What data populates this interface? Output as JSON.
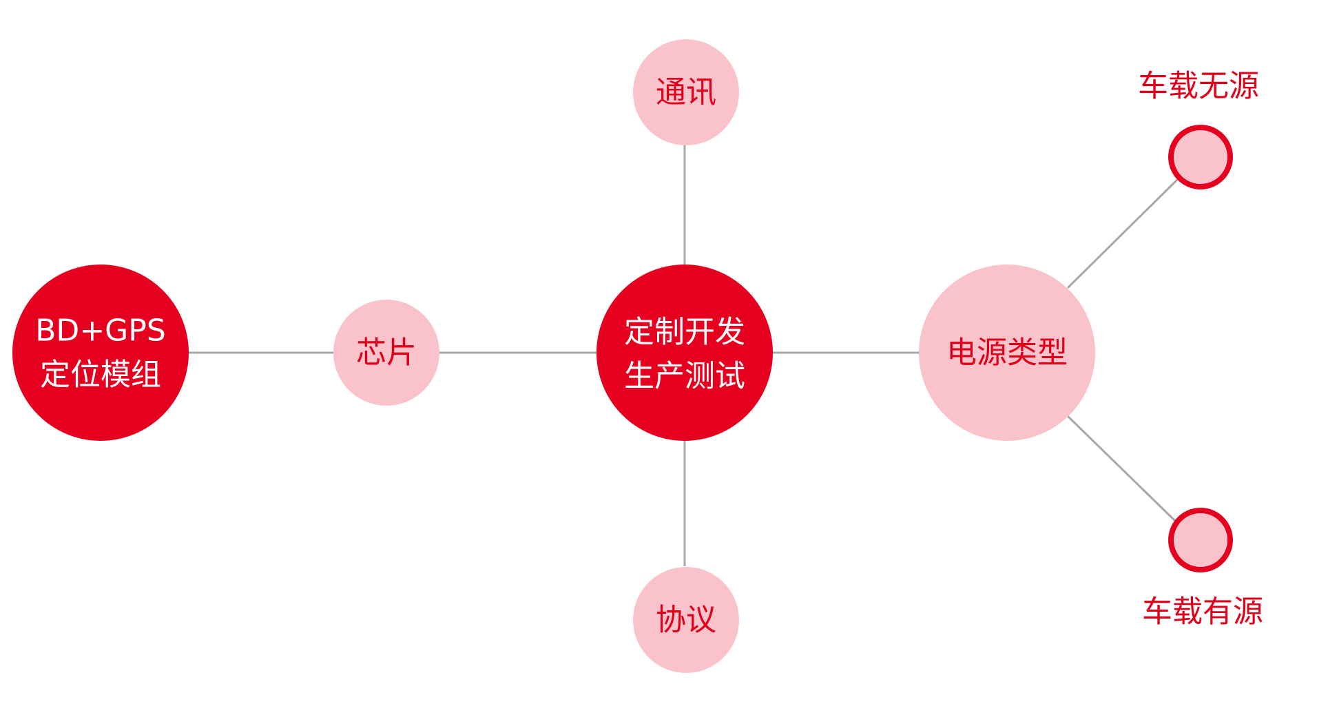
{
  "colors": {
    "primary": "#e60020",
    "secondary": "#fac3cb",
    "text_on_secondary": "#e0001a",
    "text_on_primary": "#ffffff",
    "connector": "#a8a8a8"
  },
  "nodes": {
    "module": {
      "line1": "BD+GPS",
      "line2": "定位模组"
    },
    "chip": {
      "label": "芯片"
    },
    "center": {
      "line1": "定制开发",
      "line2": "生产测试"
    },
    "comm": {
      "label": "通讯"
    },
    "protocol": {
      "label": "协议"
    },
    "power": {
      "label": "电源类型"
    },
    "passive": {
      "label": "车载无源"
    },
    "active": {
      "label": "车载有源"
    }
  }
}
